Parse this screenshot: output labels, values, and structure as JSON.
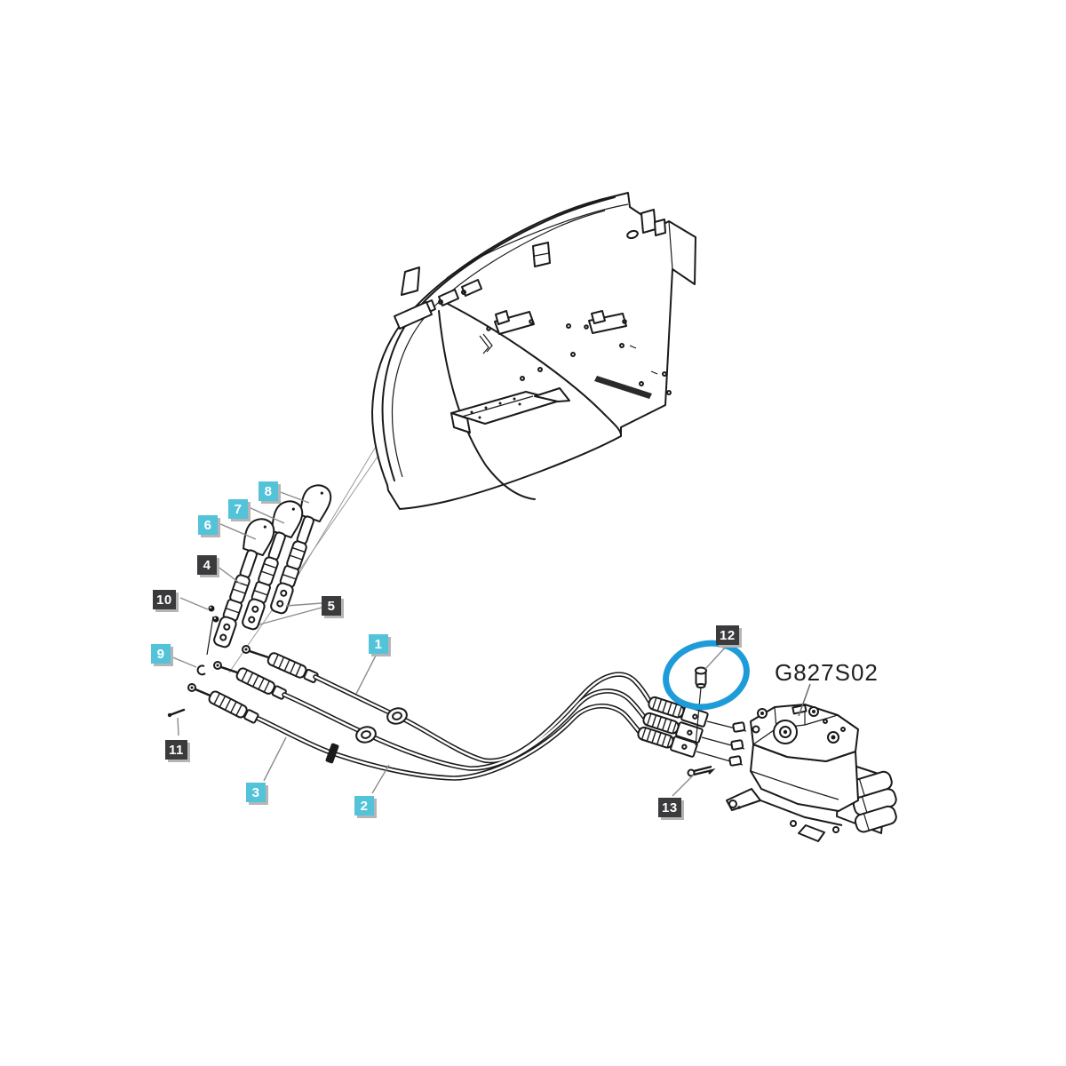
{
  "diagram": {
    "part_code": "G827S02",
    "callouts": [
      {
        "num": "1",
        "style": "cyan"
      },
      {
        "num": "2",
        "style": "cyan"
      },
      {
        "num": "3",
        "style": "cyan"
      },
      {
        "num": "4",
        "style": "dark"
      },
      {
        "num": "5",
        "style": "dark"
      },
      {
        "num": "6",
        "style": "cyan"
      },
      {
        "num": "7",
        "style": "cyan"
      },
      {
        "num": "8",
        "style": "cyan"
      },
      {
        "num": "9",
        "style": "cyan"
      },
      {
        "num": "10",
        "style": "dark"
      },
      {
        "num": "11",
        "style": "dark"
      },
      {
        "num": "12",
        "style": "dark"
      },
      {
        "num": "13",
        "style": "dark"
      }
    ],
    "colors": {
      "callout-cyan": "#53C3DA",
      "callout-dark": "#3B3B3D",
      "callout-text": "#FFFFFF",
      "highlight": "#1E9CD9",
      "line": "#1A1A1A",
      "leader": "#8C8C8C",
      "shadow": "#B5B5B5",
      "background": "#FFFFFF"
    }
  }
}
